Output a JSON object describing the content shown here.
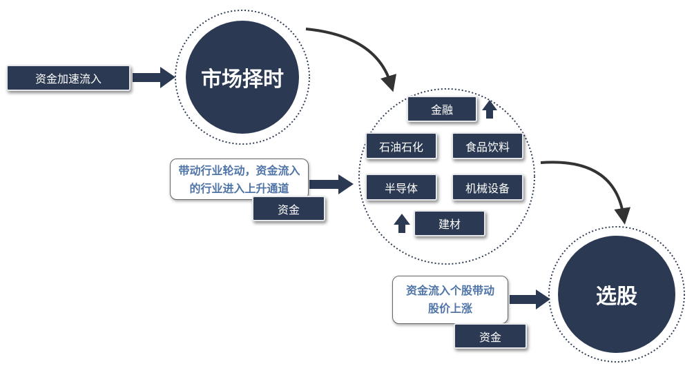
{
  "inflow_label": "资金加速流入",
  "timing_circle": "市场择时",
  "sectors": {
    "finance": "金融",
    "petrochem": "石油石化",
    "food": "食品饮料",
    "semis": "半导体",
    "machinery": "机械设备",
    "materials": "建材"
  },
  "callout_rotation": "带动行业轮动，资金流入的行业进入上升通道",
  "funds_label_1": "资金",
  "callout_stock_line1": "资金流入个股带动",
  "callout_stock_line2": "股价上涨",
  "funds_label_2": "资金",
  "stock_circle": "选股",
  "colors": {
    "dark": "#2b3a52",
    "callout_text": "#4f74a8"
  }
}
